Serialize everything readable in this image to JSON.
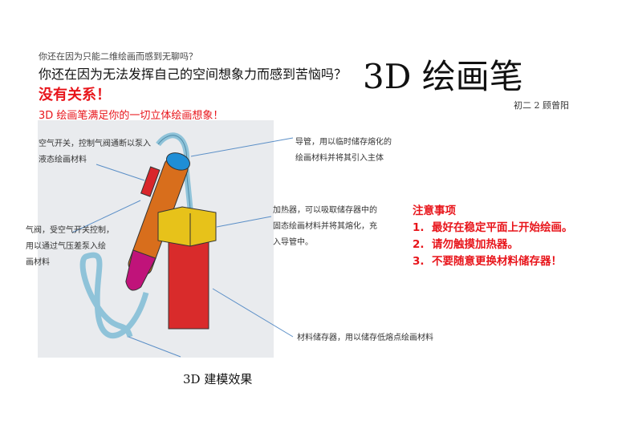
{
  "intro": {
    "line1": "你还在因为只能二维绘画而感到无聊吗？",
    "line2": "你还在因为无法发挥自己的空间想象力而感到苦恼吗？",
    "line3": "没有关系！",
    "line4": "3D 绘画笔满足你的一切立体绘画想象！"
  },
  "title": "3D 绘画笔",
  "author": "初二 2 顾曾阳",
  "labels": {
    "air_switch": [
      "空气开关，控制气阀通断以泵入",
      "液态绘画材料"
    ],
    "tube": [
      "导管，用以临时储存熔化的",
      "绘画材料并将其引入主体"
    ],
    "valve": [
      "气阀，受空气开关控制，",
      "用以通过气压差泵入绘",
      "画材料"
    ],
    "heater": [
      "加热器，可以吸取储存器中的",
      "固态绘画材料并将其熔化，充",
      "入导管中。"
    ],
    "storage": "材料储存器，用以储存低熔点绘画材料"
  },
  "caption": "3D 建模效果",
  "notes": {
    "title": "注意事项",
    "items": [
      {
        "n": "1.",
        "text": "最好在稳定平面上开始绘画。"
      },
      {
        "n": "2.",
        "text": "请勿触摸加热器。"
      },
      {
        "n": "3.",
        "text": "不要随意更换材料储存器！"
      }
    ]
  }
}
